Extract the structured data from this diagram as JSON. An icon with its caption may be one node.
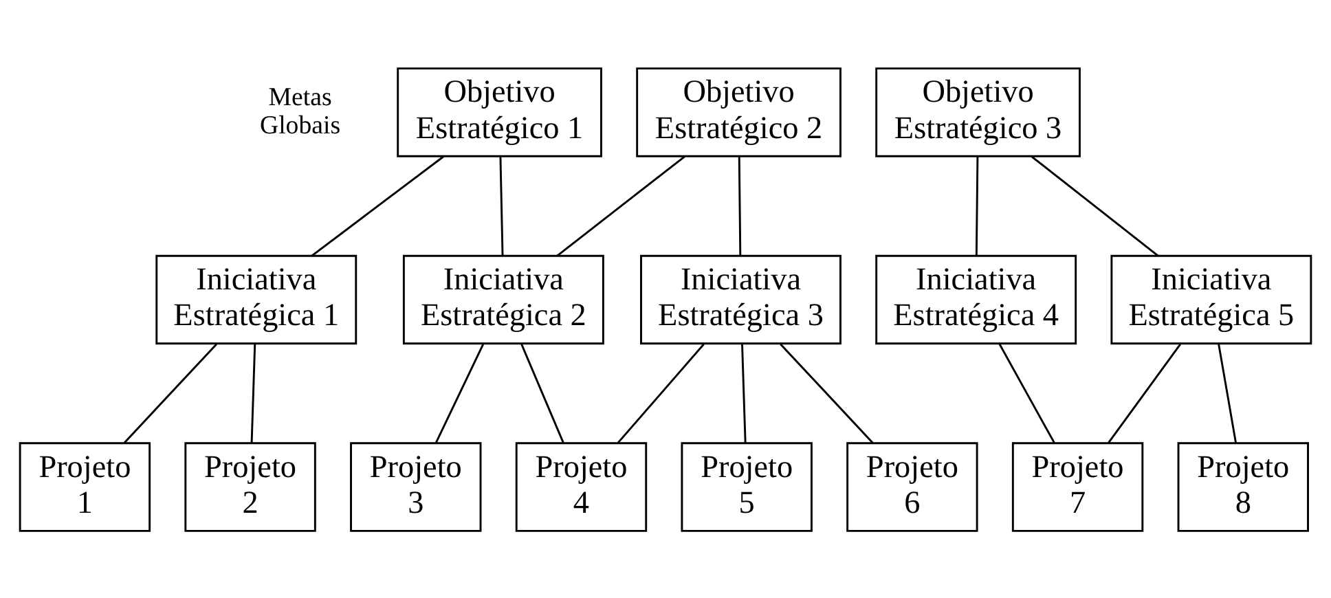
{
  "diagram": {
    "nodes": [
      {
        "text": [
          "Objetivo Estratégico 1"
        ]
      },
      {
        "text": [
          "Objetivo Estratégico 2"
        ]
      },
      {
        "text": [
          "Objetivo Estratégico 3"
        ]
      },
      {
        "text": [
          "Iniciativa Estratégica 1"
        ]
      },
      {
        "text": [
          "Iniciativa Estratégica 2"
        ]
      },
      {
        "text": [
          "Iniciativa Estratégica 3"
        ]
      },
      {
        "text": [
          "Iniciativa Estratégica 4"
        ]
      },
      {
        "text": [
          "Iniciativa Estratégica 5"
        ]
      },
      {
        "text": [
          "Projeto 1"
        ]
      },
      {
        "text": [
          "Projeto 2"
        ]
      },
      {
        "text": [
          "Projeto 3"
        ]
      },
      {
        "text": [
          "Projeto 4"
        ]
      },
      {
        "text": [
          "Projeto 5"
        ]
      },
      {
        "text": [
          "Projeto 6"
        ]
      },
      {
        "text": [
          "Projeto 7"
        ]
      },
      {
        "text": [
          "Projeto 8"
        ]
      }
    ],
    "edges": [
      {
        "from": 0,
        "to": 3,
        "arrow": "none"
      },
      {
        "from": 0,
        "to": 4,
        "arrow": "none"
      },
      {
        "from": 1,
        "to": 4,
        "arrow": "none"
      },
      {
        "from": 1,
        "to": 5,
        "arrow": "none"
      },
      {
        "from": 2,
        "to": 6,
        "arrow": "none"
      },
      {
        "from": 2,
        "to": 7,
        "arrow": "none"
      },
      {
        "from": 3,
        "to": 8,
        "arrow": "none"
      },
      {
        "from": 3,
        "to": 9,
        "arrow": "none"
      },
      {
        "from": 4,
        "to": 10,
        "arrow": "none"
      },
      {
        "from": 4,
        "to": 11,
        "arrow": "none"
      },
      {
        "from": 5,
        "to": 11,
        "arrow": "none"
      },
      {
        "from": 5,
        "to": 12,
        "arrow": "none"
      },
      {
        "from": 5,
        "to": 13,
        "arrow": "none"
      },
      {
        "from": 6,
        "to": 14,
        "arrow": "none"
      },
      {
        "from": 7,
        "to": 14,
        "arrow": "none"
      },
      {
        "from": 7,
        "to": 15,
        "arrow": "none"
      }
    ],
    "labels": [
      "Metas Globais"
    ]
  }
}
